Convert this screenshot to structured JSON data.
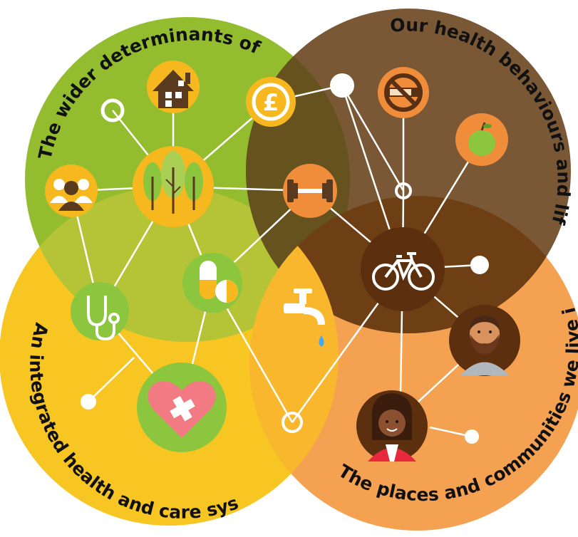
{
  "circles": [
    {
      "id": "wider",
      "label": "The wider determinants of health",
      "color": "#93bc2e",
      "text_color": "#111111"
    },
    {
      "id": "behaviours",
      "label": "Our health behaviours and lifestyle",
      "color": "#7a5836",
      "text_color": "#111111"
    },
    {
      "id": "places",
      "label": "The places and communities we live in & with",
      "color": "#f4a252",
      "text_color": "#111111"
    },
    {
      "id": "care",
      "label": "An integrated health and care system",
      "color": "#f7c623",
      "text_color": "#111111"
    }
  ],
  "overlap_colors": {
    "wider_care": "#b5c437",
    "wider_behaviours": "#65521e",
    "behaviours_places": "#6e3f14",
    "care_places": "#f9b72e"
  },
  "icons": [
    {
      "name": "house-icon"
    },
    {
      "name": "pound-coin-icon"
    },
    {
      "name": "no-smoking-icon"
    },
    {
      "name": "apple-icon"
    },
    {
      "name": "people-group-icon"
    },
    {
      "name": "trees-icon"
    },
    {
      "name": "dumbbell-icon"
    },
    {
      "name": "bicycle-icon"
    },
    {
      "name": "pills-icon"
    },
    {
      "name": "stethoscope-icon"
    },
    {
      "name": "water-tap-icon"
    },
    {
      "name": "heart-medical-icon"
    },
    {
      "name": "bearded-man-avatar-icon"
    },
    {
      "name": "woman-avatar-icon"
    }
  ]
}
